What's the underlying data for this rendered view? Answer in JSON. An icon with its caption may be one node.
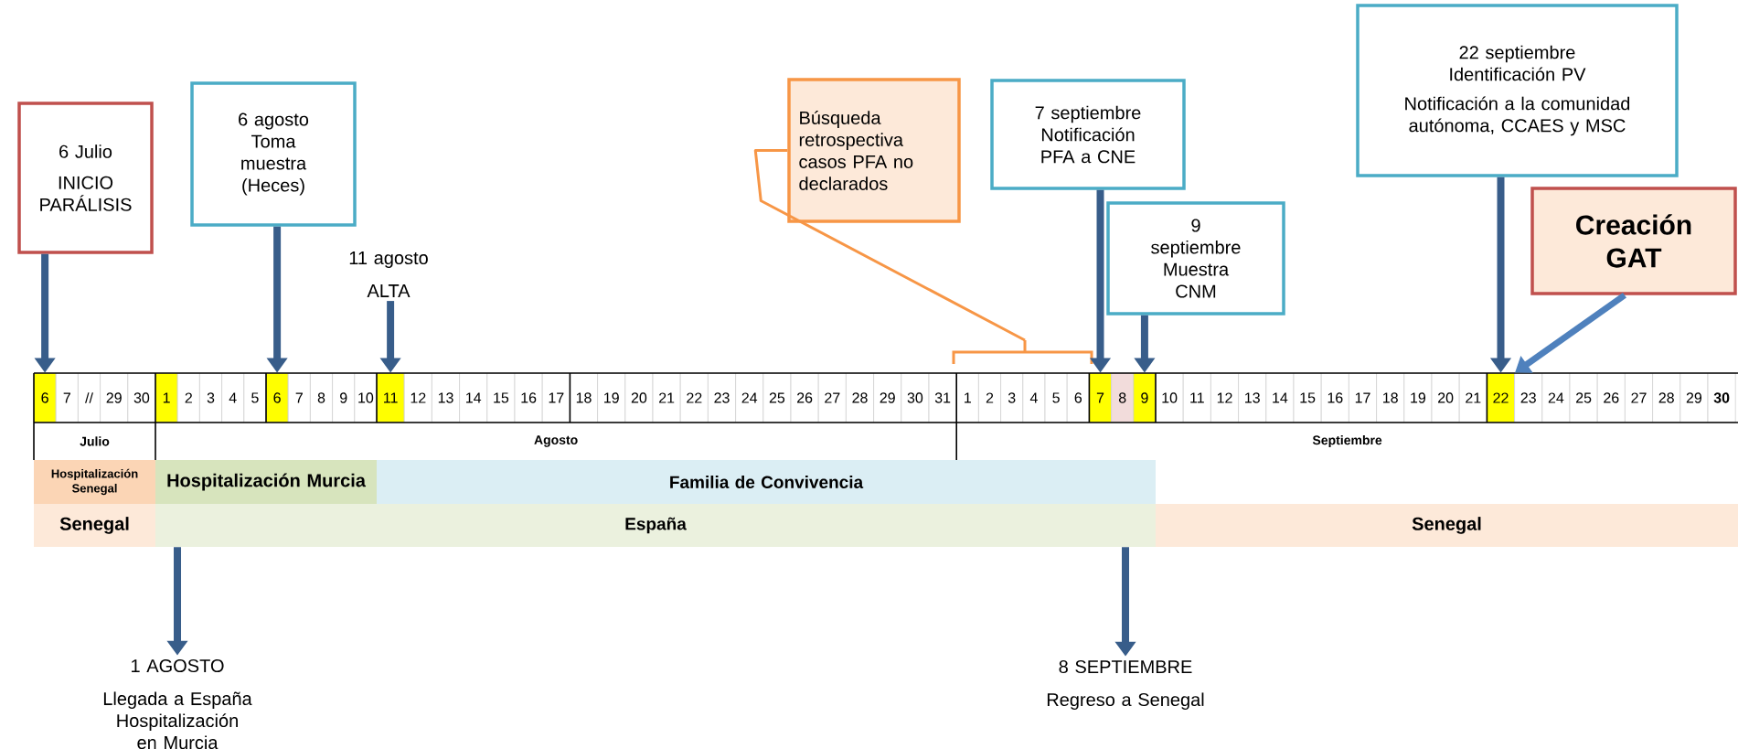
{
  "diagram": {
    "nodes": [
      {
        "text": [
          "6 Julio",
          "INICIO PARÁLISIS"
        ]
      },
      {
        "text": [
          "6 agosto",
          "Toma muestra (Heces)"
        ]
      },
      {
        "text": [
          "11 agosto",
          "ALTA"
        ]
      },
      {
        "text": [
          "Búsqueda retrospectiva casos PFA no declarados"
        ]
      },
      {
        "text": [
          "7 septiembre",
          "Notificación PFA a CNE"
        ]
      },
      {
        "text": [
          "9 septiembre",
          "Muestra CNM"
        ]
      },
      {
        "text": [
          "22 septiembre",
          "Identificación PV",
          "Notificación a la comunidad autónoma, CCAES y MSC"
        ]
      },
      {
        "text": [
          "Creación GAT"
        ]
      },
      {
        "text": [],
        "shape": "bracket"
      },
      {
        "text": [
          "6"
        ]
      },
      {
        "text": [
          "7"
        ]
      },
      {
        "text": [
          "//"
        ]
      },
      {
        "text": [
          "29"
        ]
      },
      {
        "text": [
          "30"
        ]
      },
      {
        "text": [
          "1"
        ]
      },
      {
        "text": [
          "2"
        ]
      },
      {
        "text": [
          "3"
        ]
      },
      {
        "text": [
          "4"
        ]
      },
      {
        "text": [
          "5"
        ]
      },
      {
        "text": [
          "6"
        ]
      },
      {
        "text": [
          "7"
        ]
      },
      {
        "text": [
          "8"
        ]
      },
      {
        "text": [
          "9"
        ]
      },
      {
        "text": [
          "10"
        ]
      },
      {
        "text": [
          "11"
        ]
      },
      {
        "text": [
          "12"
        ]
      },
      {
        "text": [
          "13"
        ]
      },
      {
        "text": [
          "14"
        ]
      },
      {
        "text": [
          "15"
        ]
      },
      {
        "text": [
          "16"
        ]
      },
      {
        "text": [
          "17"
        ]
      },
      {
        "text": [
          "18"
        ]
      },
      {
        "text": [
          "19"
        ]
      },
      {
        "text": [
          "20"
        ]
      },
      {
        "text": [
          "21"
        ]
      },
      {
        "text": [
          "22"
        ]
      },
      {
        "text": [
          "23"
        ]
      },
      {
        "text": [
          "24"
        ]
      },
      {
        "text": [
          "25"
        ]
      },
      {
        "text": [
          "26"
        ]
      },
      {
        "text": [
          "27"
        ]
      },
      {
        "text": [
          "28"
        ]
      },
      {
        "text": [
          "29"
        ]
      },
      {
        "text": [
          "30"
        ]
      },
      {
        "text": [
          "31"
        ]
      },
      {
        "text": [
          "1"
        ]
      },
      {
        "text": [
          "2"
        ]
      },
      {
        "text": [
          "3"
        ]
      },
      {
        "text": [
          "4"
        ]
      },
      {
        "text": [
          "5"
        ]
      },
      {
        "text": [
          "6"
        ]
      },
      {
        "text": [
          "7"
        ]
      },
      {
        "text": [
          "8"
        ]
      },
      {
        "text": [
          "9"
        ]
      },
      {
        "text": [
          "10"
        ]
      },
      {
        "text": [
          "11"
        ]
      },
      {
        "text": [
          "12"
        ]
      },
      {
        "text": [
          "13"
        ]
      },
      {
        "text": [
          "14"
        ]
      },
      {
        "text": [
          "15"
        ]
      },
      {
        "text": [
          "16"
        ]
      },
      {
        "text": [
          "17"
        ]
      },
      {
        "text": [
          "18"
        ]
      },
      {
        "text": [
          "19"
        ]
      },
      {
        "text": [
          "20"
        ]
      },
      {
        "text": [
          "21"
        ]
      },
      {
        "text": [
          "22"
        ]
      },
      {
        "text": [
          "23"
        ]
      },
      {
        "text": [
          "24"
        ]
      },
      {
        "text": [
          "25"
        ]
      },
      {
        "text": [
          "26"
        ]
      },
      {
        "text": [
          "27"
        ]
      },
      {
        "text": [
          "28"
        ]
      },
      {
        "text": [
          "29"
        ]
      },
      {
        "text": [
          "30"
        ]
      },
      {
        "text": [
          "Julio"
        ]
      },
      {
        "text": [
          "Agosto"
        ]
      },
      {
        "text": [
          "Septiembre"
        ]
      },
      {
        "text": [
          "Hospitalización Senegal"
        ]
      },
      {
        "text": [
          "Hospitalización Murcia"
        ]
      },
      {
        "text": [
          "Familia de Convivencia"
        ]
      },
      {
        "text": [
          "Senegal"
        ]
      },
      {
        "text": [
          "España"
        ]
      },
      {
        "text": [
          "Senegal"
        ]
      },
      {
        "text": [
          "1 AGOSTO",
          "Llegada a España Hospitalización en Murcia"
        ]
      },
      {
        "text": [
          "8 SEPTIEMBRE",
          "Regreso a Senegal"
        ]
      }
    ],
    "edges": [
      {
        "from": 0,
        "to": 9,
        "arrow": "to"
      },
      {
        "from": 1,
        "to": 19,
        "arrow": "to"
      },
      {
        "from": 2,
        "to": 24,
        "arrow": "to"
      },
      {
        "from": 3,
        "to": 8,
        "arrow": "none",
        "color": "#f79646"
      },
      {
        "from": 4,
        "to": 51,
        "arrow": "to"
      },
      {
        "from": 5,
        "to": 53,
        "arrow": "to"
      },
      {
        "from": 6,
        "to": 66,
        "arrow": "to"
      },
      {
        "from": 7,
        "to": 66,
        "arrow": "to",
        "color": "#4f81bd"
      },
      {
        "from": 82,
        "to": 84,
        "arrow": "to"
      },
      {
        "from": 82,
        "to": 85,
        "arrow": "to"
      }
    ]
  }
}
